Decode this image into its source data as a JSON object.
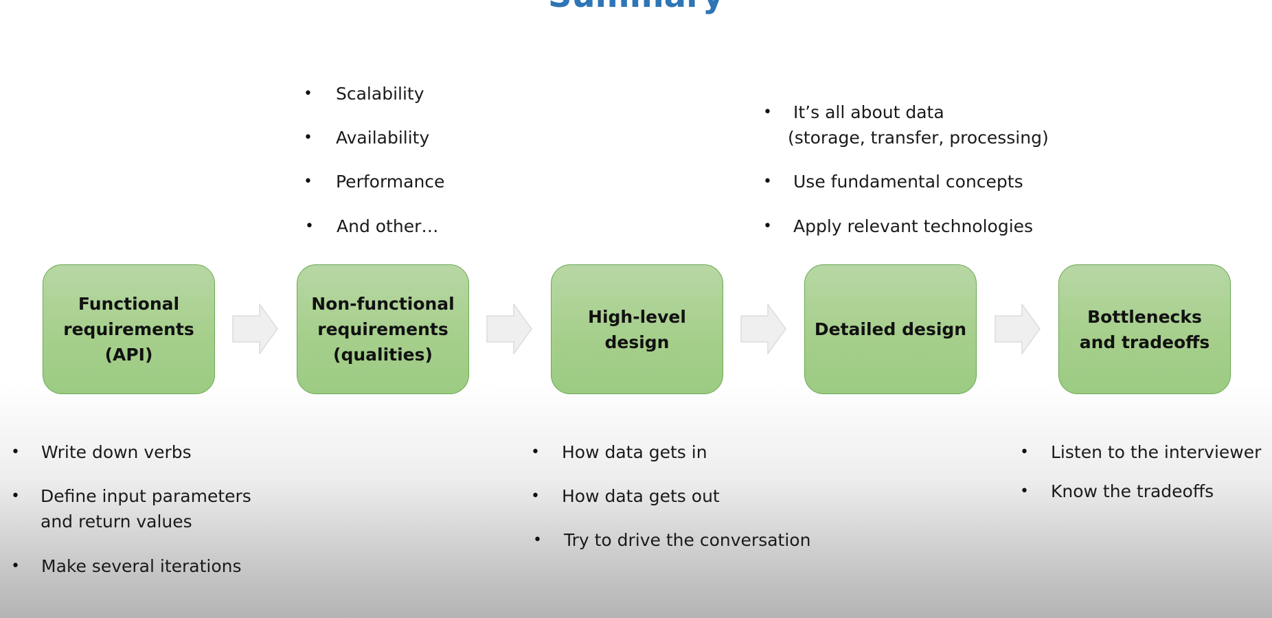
{
  "title": "Summary",
  "steps": [
    {
      "label": "Functional\nrequirements\n(API)"
    },
    {
      "label": "Non-functional\nrequirements\n(qualities)"
    },
    {
      "label": "High-level\ndesign"
    },
    {
      "label": "Detailed design"
    },
    {
      "label": "Bottlenecks\nand tradeoffs"
    }
  ],
  "notes": {
    "nonfunctional": [
      "Scalability",
      "Availability",
      "Performance",
      "And other…"
    ],
    "detailed": [
      "It’s all about data\n(storage, transfer, processing)",
      "Use fundamental concepts",
      "Apply relevant technologies"
    ],
    "functional": [
      "Write down verbs",
      "Define input parameters\nand return values",
      "Make several iterations"
    ],
    "highlevel": [
      "How data gets in",
      "How data gets out",
      "Try to drive the conversation"
    ],
    "bottlenecks": [
      "Listen to the interviewer",
      "Know the tradeoffs"
    ]
  },
  "colors": {
    "title": "#2e75b6",
    "box_fill": "#a9d08e",
    "box_border": "#6aa84f",
    "arrow": "#efefef"
  },
  "icons": {
    "bullet": "bullet",
    "arrow": "block-arrow-right"
  }
}
